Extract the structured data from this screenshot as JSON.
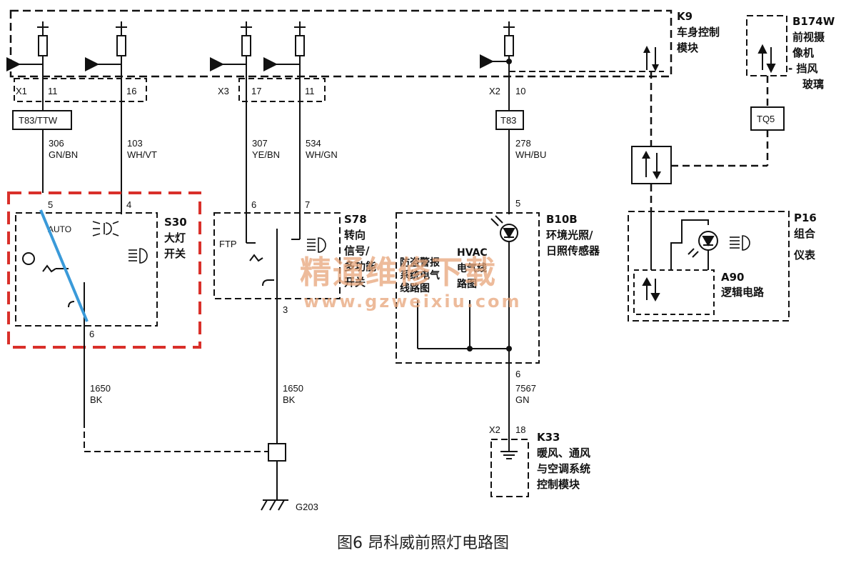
{
  "caption": "图6 昂科威前照灯电路图",
  "watermark": {
    "main": "精通维修下载",
    "url": "www.gzweixiu.com"
  },
  "modules": {
    "k9": {
      "id": "K9",
      "name_l1": "车身控制",
      "name_l2": "模块"
    },
    "b174w": {
      "id": "B174W",
      "name_l1": "前视摄",
      "name_l2": "像机",
      "name_l3": "- 挡风",
      "name_l4": "玻璃"
    },
    "s30": {
      "id": "S30",
      "name_l1": "大灯",
      "name_l2": "开关",
      "auto": "AUTO"
    },
    "s78": {
      "id": "S78",
      "name_l1": "转向",
      "name_l2": "信号/",
      "name_l3": "多功能",
      "name_l4": "开关",
      "ftp": "FTP"
    },
    "b10b": {
      "id": "B10B",
      "name_l1": "环境光照/",
      "name_l2": "日照传感器",
      "ref_l1": "防盗警报",
      "ref_l2": "系统电气",
      "ref_l3": "线路图",
      "hvac_l1": "HVAC",
      "hvac_l2": "电气线",
      "hvac_l3": "路图"
    },
    "p16": {
      "id": "P16",
      "name_l1": "组合",
      "name_l2": "仪表",
      "a90_id": "A90",
      "a90_name": "逻辑电路"
    },
    "k33": {
      "id": "K33",
      "name_l1": "暖风、通风",
      "name_l2": "与空调系统",
      "name_l3": "控制模块"
    }
  },
  "connectors": {
    "x1": "X1",
    "x3": "X3",
    "x2a": "X2",
    "x2b": "X2"
  },
  "pins": {
    "k9_11": "11",
    "k9_16": "16",
    "k9_17": "17",
    "k9_11b": "11",
    "k9_10": "10",
    "s30_5": "5",
    "s30_4": "4",
    "s30_6": "6",
    "s78_6": "6",
    "s78_7": "7",
    "s78_3": "3",
    "b10b_5": "5",
    "b10b_6": "6",
    "k33_18": "18"
  },
  "tags": {
    "t83ttw": "T83/TTW",
    "t83": "T83",
    "tq5": "TQ5"
  },
  "wires": {
    "w306": {
      "num": "306",
      "color": "GN/BN"
    },
    "w103": {
      "num": "103",
      "color": "WH/VT"
    },
    "w307": {
      "num": "307",
      "color": "YE/BN"
    },
    "w534": {
      "num": "534",
      "color": "WH/GN"
    },
    "w278": {
      "num": "278",
      "color": "WH/BU"
    },
    "w7567": {
      "num": "7567",
      "color": "GN"
    },
    "w1650a": {
      "num": "1650",
      "color": "BK"
    },
    "w1650b": {
      "num": "1650",
      "color": "BK"
    }
  },
  "ground": "G203",
  "colors": {
    "ink": "#1a1a1a",
    "highlight_box": "#d9302a",
    "highlight_line": "#3a9ad9",
    "watermark": "#e7a57a"
  }
}
